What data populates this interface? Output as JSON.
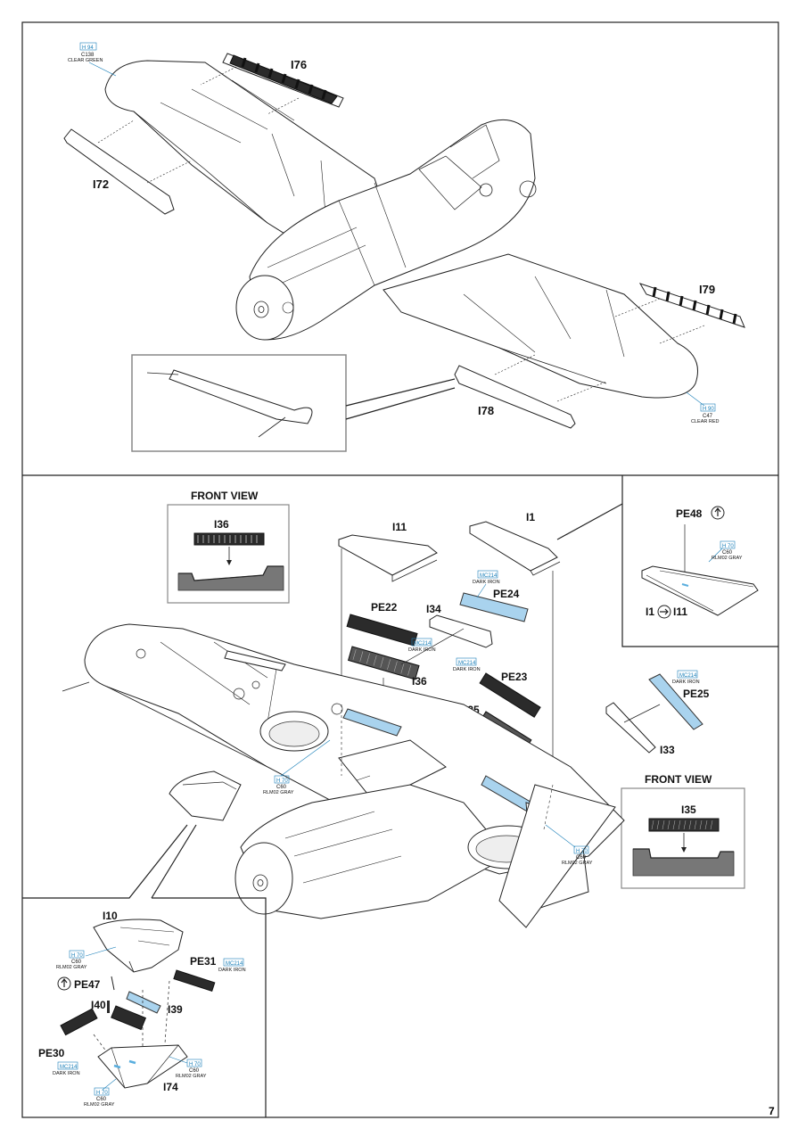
{
  "page": {
    "number": "7"
  },
  "parts": {
    "i76": "I76",
    "i72": "I72",
    "i79": "I79",
    "i78": "I78",
    "i36_top": "I36",
    "i11": "I11",
    "i1": "I1",
    "pe48": "PE48",
    "i1_i11": "I1",
    "i11_b": "I11",
    "pe22": "PE22",
    "pe24": "PE24",
    "i34": "I34",
    "i36": "I36",
    "pe23": "PE23",
    "i35": "I35",
    "pe25": "PE25",
    "i33": "I33",
    "i35_fv": "I35",
    "i10": "I10",
    "pe31": "PE31",
    "pe47": "PE47",
    "i40": "I40",
    "i39": "I39",
    "pe30": "PE30",
    "i74": "I74"
  },
  "views": {
    "front_view_1": "FRONT VIEW",
    "front_view_2": "FRONT VIEW"
  },
  "colors": {
    "clear_green": {
      "h": "H 94",
      "c": "C138",
      "name": "CLEAR GREEN"
    },
    "clear_red": {
      "h": "H 90",
      "c": "C47",
      "name": "CLEAR RED"
    },
    "rlm02": {
      "h": "H 70",
      "c": "C60",
      "name": "RLM02 GRAY"
    },
    "dark_iron": {
      "mc": "MC214",
      "name": "DARK IRON"
    }
  }
}
